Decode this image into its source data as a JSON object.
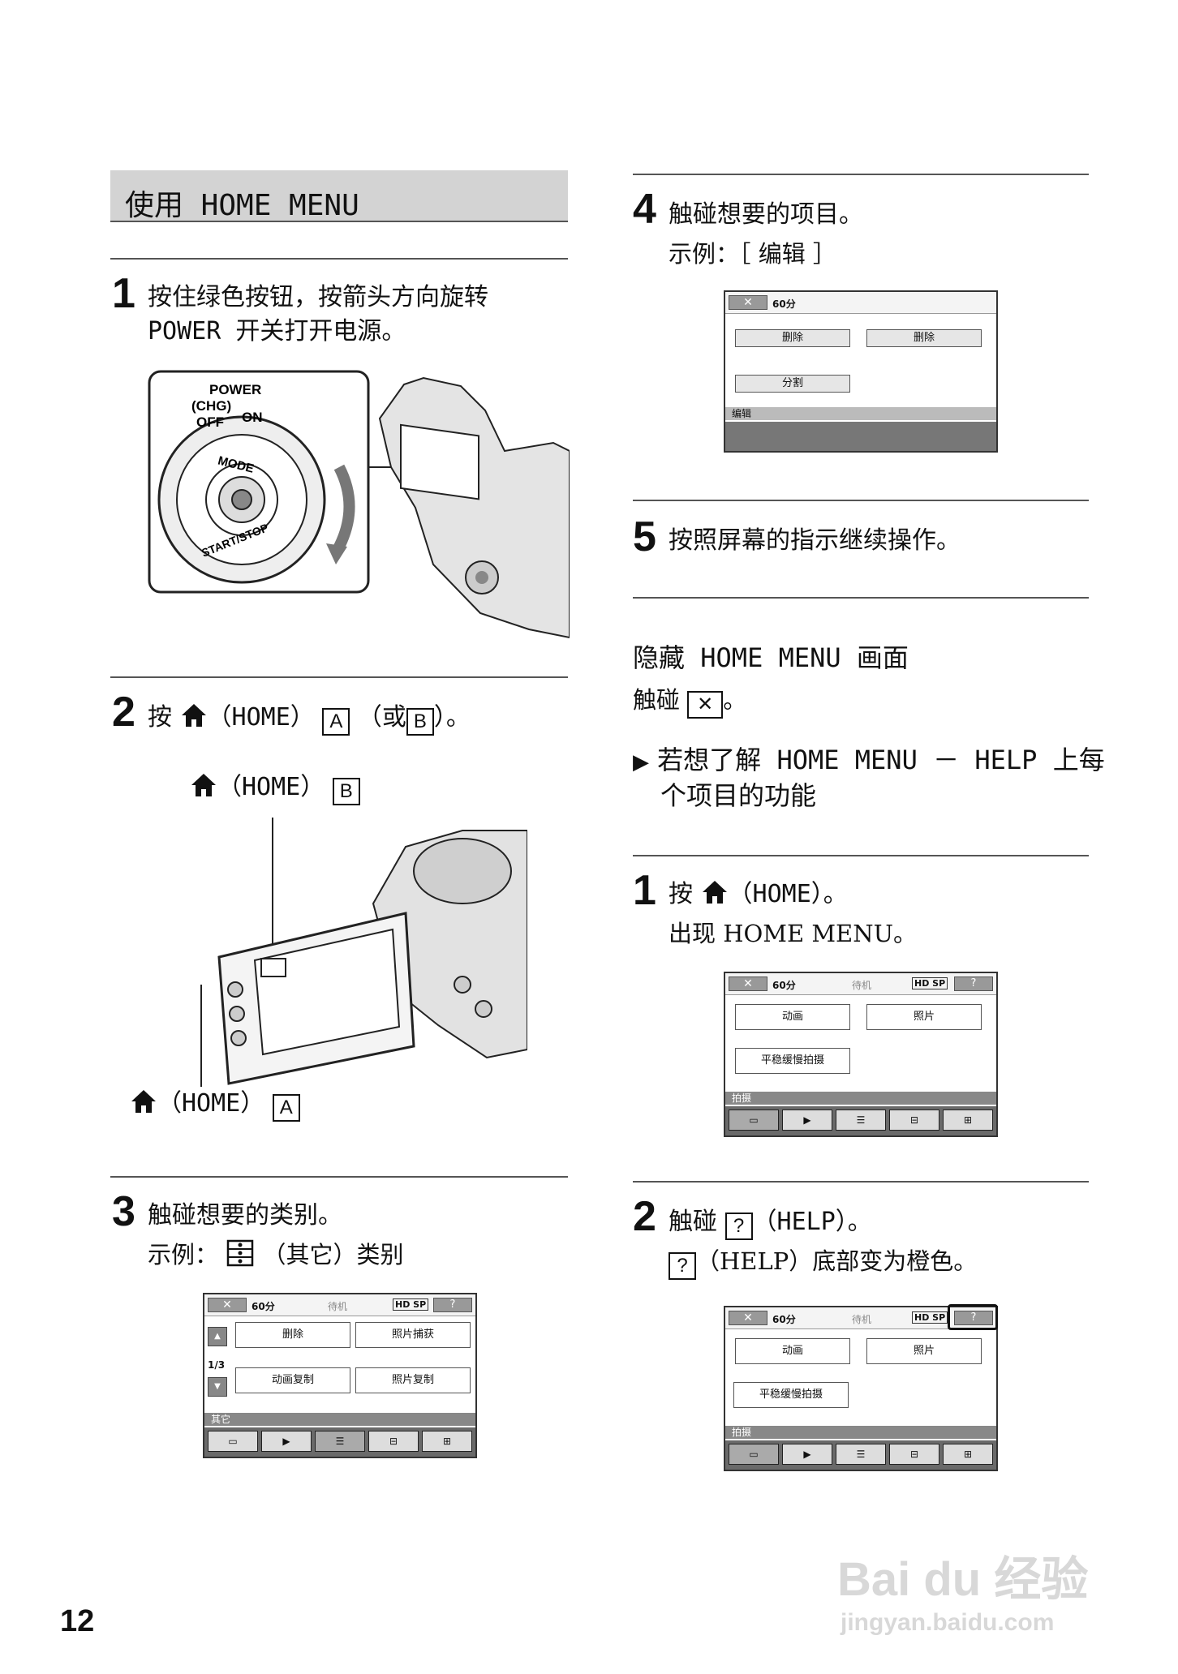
{
  "left": {
    "header": "使用 HOME MENU",
    "step1": {
      "num": "1",
      "line1": "按住绿色按钮，按箭头方向旋转",
      "line2": "POWER 开关打开电源。"
    },
    "dial": {
      "power": "POWER",
      "chg": "(CHG)",
      "off": "OFF",
      "on": "ON",
      "mode": "MODE",
      "startstop": "START/STOP"
    },
    "step2": {
      "num": "2",
      "pre": "按",
      "home": "（HOME）",
      "a": "A",
      "mid": "（或",
      "b": "B",
      "post": "）。"
    },
    "callout_b": {
      "home": "（HOME）",
      "box": "B"
    },
    "callout_a": {
      "home": "（HOME）",
      "box": "A"
    },
    "step3": {
      "num": "3",
      "line1": "触碰想要的类别。",
      "ex_pre": "示例：",
      "ex_post": "（其它）类别"
    },
    "screen3": {
      "x": "✕",
      "battery": "60分",
      "status": "待机",
      "hd": "HD SP",
      "help": "?",
      "buttons": [
        "删除",
        "照片捕获",
        "动画复制",
        "照片复制"
      ],
      "page": "1/3",
      "up": "▲",
      "down": "▼",
      "category": "其它"
    }
  },
  "right": {
    "step4": {
      "num": "4",
      "line1": "触碰想要的项目。",
      "example": "示例：［ 编辑 ］"
    },
    "screen4": {
      "x": "✕",
      "battery": "60分",
      "buttons": [
        "删除",
        "删除",
        "分割"
      ],
      "category": "编辑"
    },
    "step5": {
      "num": "5",
      "line1": "按照屏幕的指示继续操作。"
    },
    "hide": {
      "title": "隐藏 HOME MENU 画面",
      "pre": "触碰",
      "box": "✕",
      "post": "。"
    },
    "help_title": {
      "arrow": "▶",
      "line1": "若想了解 HOME MENU － HELP 上每",
      "line2": "个项目的功能"
    },
    "r_step1": {
      "num": "1",
      "pre": "按",
      "home": "（HOME）。",
      "sub": "出现 HOME MENU。"
    },
    "screen_r1": {
      "x": "✕",
      "battery": "60分",
      "status": "待机",
      "hd": "HD SP",
      "help": "?",
      "buttons": [
        "动画",
        "照片",
        "平稳缓慢拍摄"
      ],
      "category": "拍摄"
    },
    "r_step2": {
      "num": "2",
      "pre": "触碰",
      "box": "?",
      "post": "（HELP）。",
      "sub_box": "?",
      "sub": "（HELP）底部变为橙色。"
    },
    "screen_r2": {
      "x": "✕",
      "battery": "60分",
      "status": "待机",
      "hd": "HD SP",
      "help": "?",
      "buttons": [
        "动画",
        "照片",
        "平稳缓慢拍摄"
      ],
      "category": "拍摄"
    }
  },
  "page_number": "12",
  "watermark": {
    "brand": "Bai du 经验",
    "url": "jingyan.baidu.com"
  }
}
